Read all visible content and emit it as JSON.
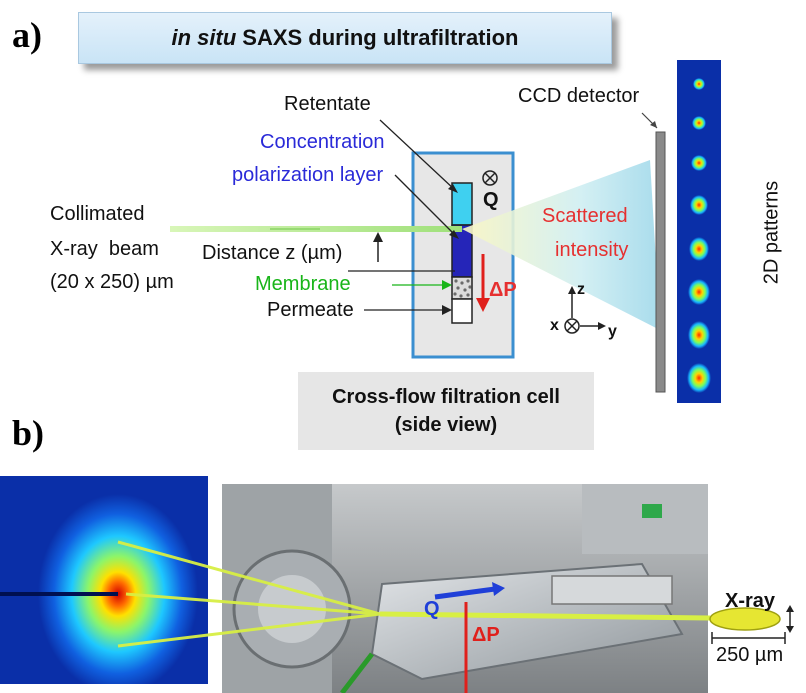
{
  "panel_a": {
    "label": "a)",
    "title_italic": "in situ",
    "title_rest": "SAXS during ultrafiltration",
    "retentate": "Retentate",
    "concentration_line1": "Concentration",
    "concentration_line2": "polarization layer",
    "collimated_line1": "Collimated",
    "collimated_line2": "X-ray  beam",
    "collimated_line3": "(20 x 250) µm",
    "distance": "Distance z (µm)",
    "membrane": "Membrane",
    "permeate": "Permeate",
    "q": "Q",
    "delta_p": "ΔP",
    "scattered_line1": "Scattered",
    "scattered_line2": "intensity",
    "ccd": "CCD detector",
    "patterns": "2D patterns",
    "axis_z": "z",
    "axis_x": "x",
    "axis_y": "y",
    "cell_caption_line1": "Cross-flow filtration cell",
    "cell_caption_line2": "(side view)"
  },
  "panel_b": {
    "label": "b)",
    "q": "Q",
    "delta_p": "ΔP",
    "xray": "X-ray",
    "size": "250 µm"
  },
  "colors": {
    "cell_border": "#3b8fd0",
    "cell_fill": "#e7e7e7",
    "retentate_fill": "#3fd0f0",
    "polarization_fill": "#2525b8",
    "beam": "#c6f0a0",
    "scatter_cone": "#f6f2a8",
    "arrow_red": "#e0201c",
    "arrow_blue": "#1f3fd8",
    "detector_strip": "#0a2fa8"
  }
}
